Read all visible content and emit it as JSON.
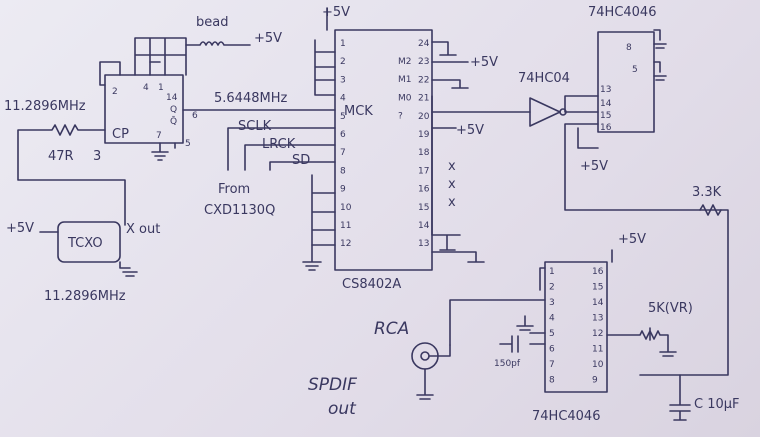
{
  "labels": {
    "bead": "bead",
    "plus5v": "+5V",
    "freq_11": "11.2896MHz",
    "freq_56": "5.6448MHz",
    "mck": "MCK",
    "sclk": "SCLK",
    "lrck": "LRCK",
    "sd": "SD",
    "from": "From",
    "cxd": "CXD1130Q",
    "cp": "CP",
    "q": "Q",
    "qbar": "Q̄",
    "res47r": "47R",
    "tcxo": "TCXO",
    "xout": "X out",
    "cs8402a": "CS8402A",
    "hc04": "74HC04",
    "hc4046_top": "74HC4046",
    "hc4046_bot": "74HC4046",
    "r33k": "3.3K",
    "vr": "5K(VR)",
    "c150p": "150pf",
    "c10uf": "C 10μF",
    "rca": "RCA",
    "spdif": "SPDIF",
    "out": "out",
    "x": "x"
  },
  "pins": {
    "ff": [
      "2",
      "4",
      "1",
      "14",
      "6",
      "7",
      "5",
      "3"
    ],
    "cs_left": [
      "1",
      "2",
      "3",
      "4",
      "5",
      "6",
      "7",
      "8",
      "9",
      "10",
      "11",
      "12"
    ],
    "cs_right": [
      "24",
      "23",
      "22",
      "21",
      "20",
      "19",
      "18",
      "17",
      "16",
      "15",
      "14",
      "13"
    ],
    "cs_right_names": [
      "M2",
      "M1",
      "M0",
      "?"
    ],
    "hc4046_top": [
      "8",
      "5",
      "13",
      "14",
      "15",
      "16"
    ],
    "hc4046_bot_left": [
      "1",
      "2",
      "3",
      "4",
      "5",
      "6",
      "7",
      "8"
    ],
    "hc4046_bot_right": [
      "16",
      "15",
      "14",
      "13",
      "12",
      "11",
      "10",
      "9"
    ]
  }
}
